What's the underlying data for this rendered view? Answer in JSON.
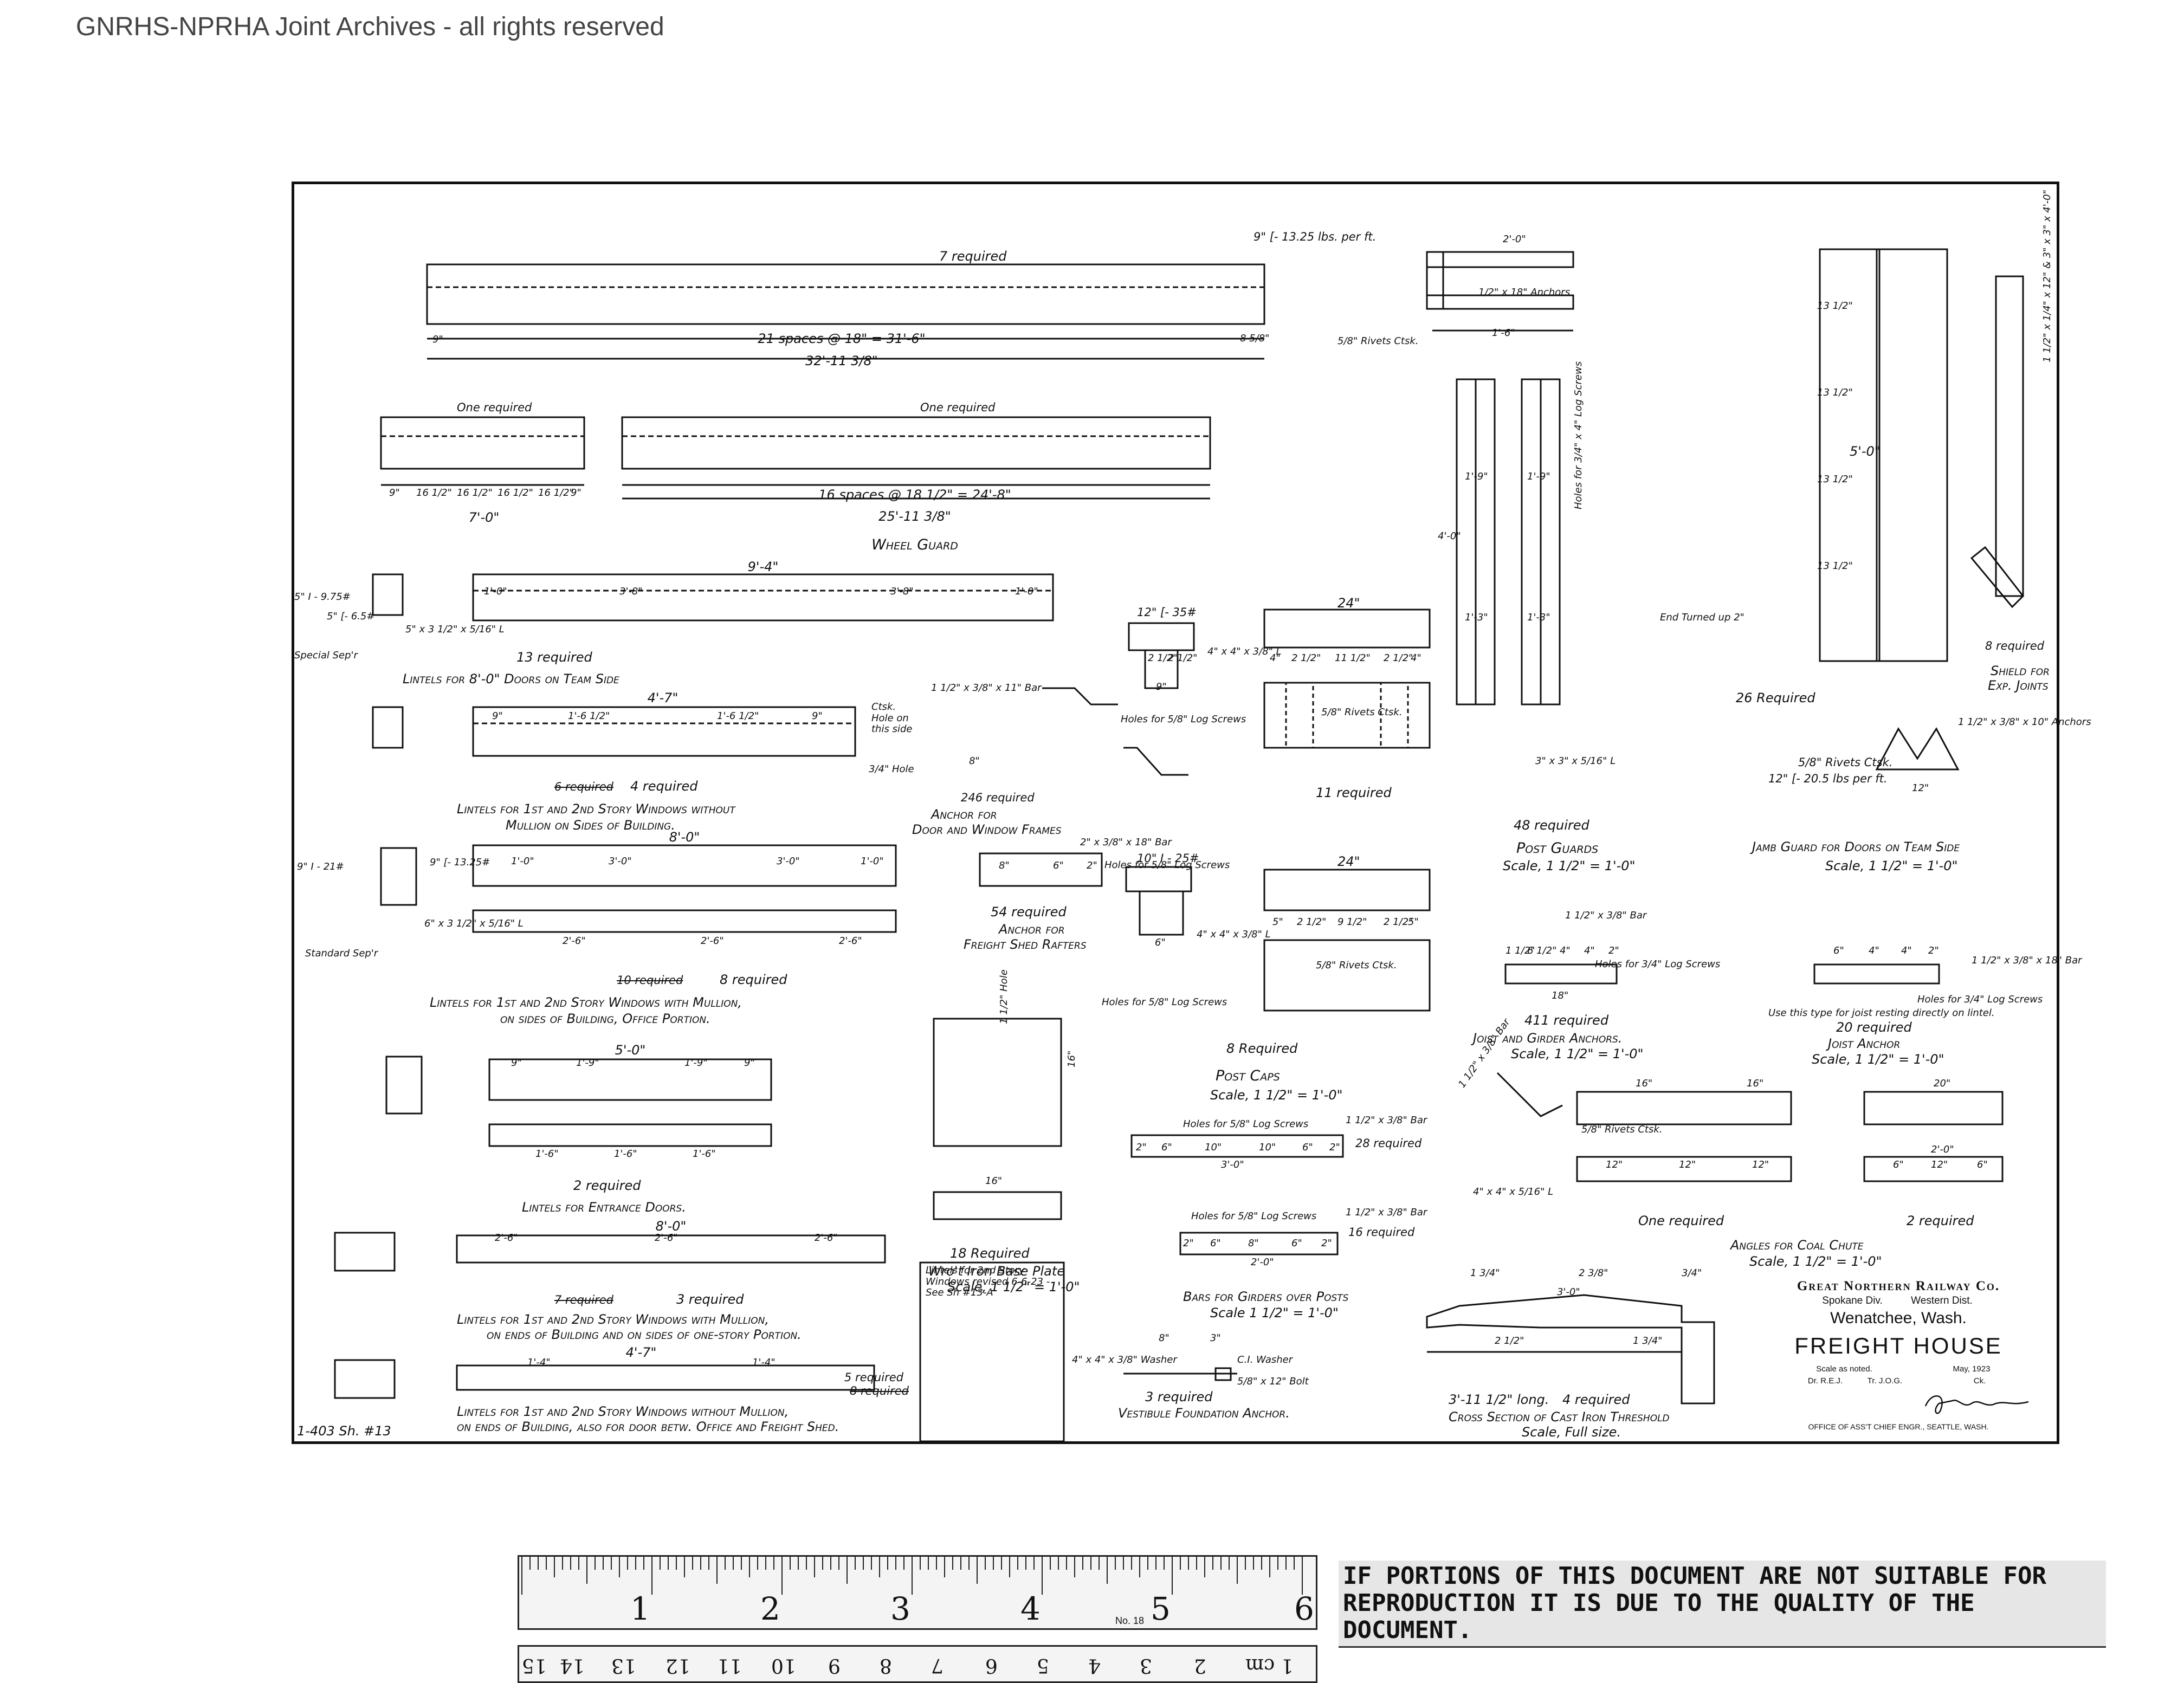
{
  "watermark": "GNRHS-NPRHA Joint Archives - all rights reserved",
  "labels": {
    "wheel_guard": {
      "req7": "7 required",
      "spaces21": "21 spaces @ 18\" = 31'-6\"",
      "len32": "32'-11 3/8\"",
      "end9": "9\"",
      "end8": "8 5/8\"",
      "one_req_a": "One required",
      "spaces_a": [
        "9\"",
        "16 1/2\"",
        "16 1/2\"",
        "16 1/2\"",
        "16 1/2\"",
        "9\""
      ],
      "len7": "7'-0\"",
      "one_req_b": "One required",
      "spaces16": "16 spaces @ 18 1/2\" = 24'-8\"",
      "len25": "25'-11 3/8\"",
      "title": "Wheel Guard"
    },
    "channel_detail": {
      "spec": "9\" [- 13.25 lbs. per ft.",
      "dim2": "2'-0\"",
      "anchors": "1/2\" x 18\" Anchors",
      "dim16": "1'-6\"",
      "rivets": "5/8\" Rivets Ctsk."
    },
    "lintel_8ft": {
      "sec_a": "5\" I - 9.75#",
      "sec_b": "5\" [- 6.5#",
      "angle": "5\" x 3 1/2\" x 5/16\" L",
      "sep": "Special Sep'r",
      "span": "9'-4\"",
      "dims": [
        "1'-0\"",
        "3'-8\"",
        "3'-8\"",
        "1'-0\""
      ],
      "req": "13 required",
      "title": "Lintels for 8'-0\" Doors on Team Side"
    },
    "lintel_win": {
      "span": "4'-7\"",
      "dims": [
        "9\"",
        "1'-6 1/2\"",
        "1'-6 1/2\"",
        "9\""
      ],
      "struck": "6 required",
      "req": "4 required",
      "title_a": "Lintels for 1st and 2nd Story Windows without",
      "title_b": "Mullion on Sides of Building."
    },
    "lintel_mullion": {
      "sec_a": "9\" I - 21#",
      "sec_b": "9\" [- 13.25#",
      "angle": "6\" x 3 1/2\" x 5/16\" L",
      "sep": "Standard Sep'r",
      "span": "8'-0\"",
      "dims": [
        "1'-0\"",
        "3'-0\"",
        "3'-0\"",
        "1'-0\""
      ],
      "dims_b": [
        "2'-6\"",
        "2'-6\"",
        "2'-6\""
      ],
      "struck": "10 required",
      "req": "8 required",
      "title_a": "Lintels for 1st and 2nd Story Windows with Mullion,",
      "title_b": "on sides of Building, Office Portion."
    },
    "lintel_entrance": {
      "span": "5'-0\"",
      "dims": [
        "9\"",
        "1'-9\"",
        "1'-9\"",
        "9\""
      ],
      "dims_b": [
        "1'-6\"",
        "1'-6\"",
        "1'-6\""
      ],
      "req": "2 required",
      "title": "Lintels for Entrance Doors."
    },
    "lintel_ends": {
      "span": "8'-0\"",
      "dims": [
        "2'-6\"",
        "2'-6\"",
        "2'-6\""
      ],
      "struck": "7 required",
      "req": "3 required",
      "title_a": "Lintels for 1st and 2nd Story Windows with Mullion,",
      "title_b": "on ends of Building and on sides of one-story Portion."
    },
    "lintel_office": {
      "span": "4'-7\"",
      "dims": [
        "1'-4\"",
        "1'-4\""
      ],
      "req": "5 required",
      "struck": "8 required",
      "title_a": "Lintels for 1st and 2nd Story Windows without Mullion,",
      "title_b": "on ends of Building, also for door betw. Office and Freight Shed."
    },
    "sheet_ref": "1-403 Sh. #13",
    "revised_note": "Lintels for 2nd Story Windows revised 6-6-23 - See Sh #13-A",
    "anchor_door": {
      "bar": "1 1/2\" x 3/8\" x 11\" Bar",
      "note": "Ctsk. Hole on this side",
      "hole": "3/4\" Hole",
      "dim8": "8\"",
      "req": "246 required",
      "title_a": "Anchor for",
      "title_b": "Door and Window Frames"
    },
    "post_cap_a": {
      "sec": "12\" [- 35#",
      "angle": "4\" x 4\" x 3/8\" L",
      "screws": "Holes for 5/8\" Log Screws",
      "dims": [
        "2 1/2\"",
        "2 1/2\""
      ],
      "dim9": "9\""
    },
    "post_cap_plan": {
      "dim24": "24\"",
      "dims": [
        "4\"",
        "2 1/2\"",
        "11 1/2\"",
        "2 1/2\"",
        "4\""
      ],
      "rivets": "5/8\" Rivets Ctsk.",
      "req": "11 required"
    },
    "anchor_rafter": {
      "bar": "2\" x 3/8\" x 18\" Bar",
      "screws": "Holes for 5/8\" Log Screws",
      "dims": [
        "8\"",
        "6\"",
        "2\""
      ],
      "req": "54 required",
      "title_a": "Anchor for",
      "title_b": "Freight Shed Rafters"
    },
    "post_cap_b": {
      "sec": "10\" I - 25#",
      "angle": "4\" x 4\" x 3/8\" L",
      "screws": "Holes for 5/8\" Log Screws",
      "dim6": "6\"",
      "dim24": "24\"",
      "dims": [
        "5\"",
        "2 1/2\"",
        "9 1/2\"",
        "2 1/2\"",
        "5\""
      ],
      "rivets": "5/8\" Rivets Ctsk.",
      "req": "8 Required",
      "title": "Post Caps",
      "scale": "Scale, 1 1/2\" = 1'-0\""
    },
    "base_plate": {
      "hole": "1 1/2\" Hole",
      "dim16": "16\"",
      "dim16b": "16\"",
      "req": "18 Required",
      "title": "Wro't Iron Base Plate",
      "scale": "Scale, 1 1/2\" = 1'-0\""
    },
    "girder_bars": {
      "screws_a": "Holes for 5/8\" Log Screws",
      "bar_a": "1 1/2\" x 3/8\" Bar",
      "dims_a": [
        "2\"",
        "6\"",
        "10\"",
        "10\"",
        "6\"",
        "2\""
      ],
      "dim30": "3'-0\"",
      "req_a": "28 required",
      "screws_b": "Holes for 5/8\" Log Screws",
      "bar_b": "1 1/2\" x 3/8\" Bar",
      "dims_b": [
        "2\"",
        "6\"",
        "8\"",
        "6\"",
        "2\""
      ],
      "dim20": "2'-0\"",
      "req_b": "16 required",
      "title": "Bars for Girders over Posts",
      "scale": "Scale 1 1/2\" = 1'-0\""
    },
    "vestibule": {
      "washer_a": "4\" x 4\" x 3/8\" Washer",
      "washer_b": "C.I. Washer",
      "bolt": "5/8\" x 12\" Bolt",
      "dims": [
        "8\"",
        "3\""
      ],
      "req": "3 required",
      "title": "Vestibule Foundation Anchor."
    },
    "post_guards": {
      "screws": "Holes for 3/4\" x 4\" Log Screws",
      "dims": [
        "1'-9\"",
        "1'-9\"",
        "4'-0\"",
        "1'-3\"",
        "1'-3\""
      ],
      "angle": "3\" x 3\" x 5/16\" L",
      "req": "48 required",
      "title": "Post Guards",
      "scale": "Scale, 1 1/2\" = 1'-0\""
    },
    "exp_joint": {
      "dims": [
        "13 1/2\"",
        "13 1/2\"",
        "13 1/2\"",
        "13 1/2\"",
        "5'-0\""
      ],
      "end": "End Turned up 2\"",
      "req": "26 Required",
      "angle_note": "1 1/2\" x 1/4\" x 12\" & 3\" x 3\" x 4'-0\"",
      "req_b": "8 required",
      "title_a": "Shield for",
      "title_b": "Exp. Joints"
    },
    "jamb_guard": {
      "anchors": "1 1/2\" x 3/8\" x 10\" Anchors",
      "rivets": "5/8\" Rivets Ctsk.",
      "sec": "12\" [- 20.5 lbs per ft.",
      "dim12": "12\"",
      "title": "Jamb Guard for Doors on Team Side",
      "scale": "Scale, 1 1/2\" = 1'-0\""
    },
    "joist_anchor": {
      "bar": "1 1/2\" x 3/8\" Bar",
      "screws": "Holes for 3/4\" Log Screws",
      "dims": [
        "1 1/2\"",
        "6 1/2\"",
        "4\"",
        "4\"",
        "2\""
      ],
      "dim18": "18\"",
      "req": "411 required",
      "title": "Joist and Girder Anchors.",
      "scale": "Scale, 1 1/2\" = 1'-0\""
    },
    "joist_anchor_b": {
      "bar": "1 1/2\" x 3/8\" x 18\" Bar",
      "dims": [
        "6\"",
        "4\"",
        "4\"",
        "2\""
      ],
      "screws": "Holes for 3/4\" Log Screws",
      "note": "Use this type for joist resting directly on lintel.",
      "req": "20 required",
      "title": "Joist Anchor",
      "scale": "Scale, 1 1/2\" = 1'-0\""
    },
    "coal_chute": {
      "bar": "1 1/2\" x 3/8\" Bar",
      "rivets": "5/8\" Rivets Ctsk.",
      "angle": "4\" x 4\" x 5/16\" L",
      "dims_a": [
        "16\"",
        "16\""
      ],
      "dims_b": [
        "12\"",
        "12\"",
        "12\""
      ],
      "dims_c": [
        "20\"",
        "2'-0\""
      ],
      "dims_d": [
        "6\"",
        "12\"",
        "6\""
      ],
      "req_a": "One required",
      "req_b": "2 required",
      "title": "Angles for Coal Chute",
      "scale": "Scale, 1 1/2\" = 1'-0\""
    },
    "threshold": {
      "dims": [
        "1 3/4\"",
        "2 3/8\"",
        "3/4\"",
        "3'-0\"",
        "2 1/2\"",
        "1 3/4\""
      ],
      "req_a": "3'-11 1/2\" long.",
      "req_b": "4 required",
      "title": "Cross Section of Cast Iron Threshold",
      "scale": "Scale, Full size."
    }
  },
  "title_block": {
    "company": "Great Northern Railway Co.",
    "division": "Spokane Div.",
    "district": "Western Dist.",
    "location": "Wenatchee, Wash.",
    "title": "Freight House",
    "scale": "Scale as noted.",
    "date": "May, 1923",
    "drawn": "Dr. R.E.J.",
    "traced": "Tr. J.O.G.",
    "checked": "Ck.",
    "office": "Office of Ass't Chief Engr., Seattle, Wash."
  },
  "ruler": {
    "inches": [
      "1",
      "2",
      "3",
      "4",
      "5",
      "6"
    ],
    "label": "No. 18",
    "cm": [
      "1 cm",
      "2",
      "3",
      "4",
      "5",
      "6",
      "7",
      "8",
      "9",
      "10",
      "11",
      "12",
      "13",
      "14",
      "15"
    ]
  },
  "notice": "IF PORTIONS OF THIS DOCUMENT ARE NOT SUITABLE FOR REPRODUCTION IT IS DUE TO THE QUALITY OF THE DOCUMENT."
}
